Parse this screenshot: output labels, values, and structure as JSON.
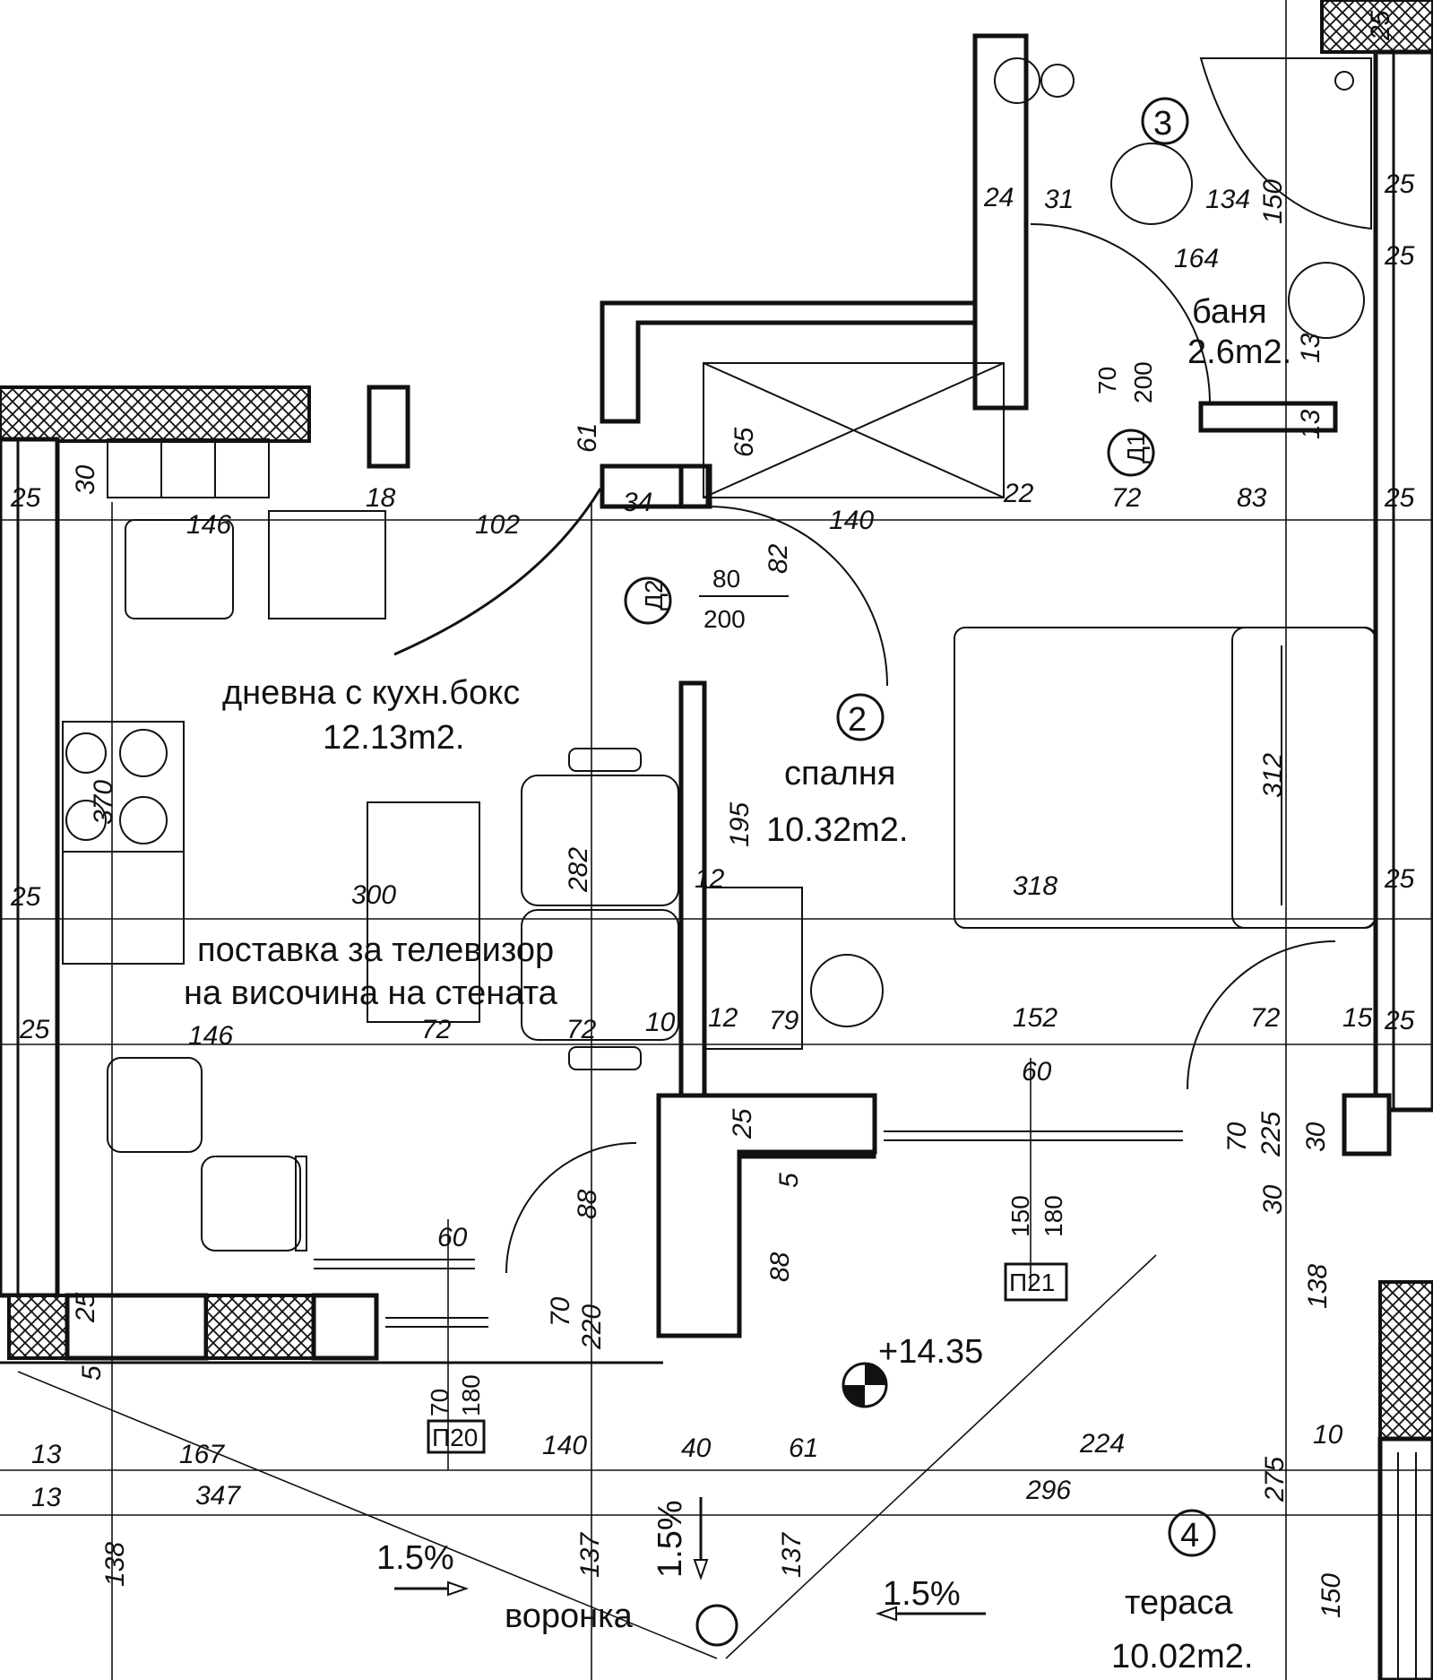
{
  "rooms": {
    "living": {
      "name": "дневна с кухн.бокс",
      "area": "12.13m2."
    },
    "bedroom": {
      "number": "2",
      "name": "спалня",
      "area": "10.32m2."
    },
    "bath": {
      "number": "3",
      "name": "баня",
      "area": "2.6m2."
    },
    "terrace": {
      "number": "4",
      "name": "тераса",
      "area": "10.02m2."
    }
  },
  "notes": {
    "tv_line1": "поставка за телевизор",
    "tv_line2": "на височина на стената",
    "drain": "воронка",
    "level": "+14.35",
    "slope": "1.5%"
  },
  "doors": {
    "d1": {
      "tag": "Д1",
      "width": "70",
      "height": "200"
    },
    "d2": {
      "tag": "Д2",
      "width": "80",
      "height": "200"
    },
    "p20": {
      "tag": "П20",
      "width": "70",
      "height": "180"
    },
    "p21": {
      "tag": "П21",
      "width": "150",
      "height": "180"
    }
  },
  "dimensions": {
    "top": [
      "25",
      "134",
      "150",
      "164",
      "24",
      "31",
      "25",
      "25",
      "13",
      "13",
      "70",
      "200"
    ],
    "row1": [
      "25",
      "30",
      "146",
      "18",
      "102",
      "61",
      "34",
      "65",
      "140",
      "22",
      "72",
      "83",
      "25"
    ],
    "mid": [
      "82",
      "80",
      "200",
      "370",
      "300",
      "282",
      "195",
      "12",
      "312",
      "318",
      "25",
      "25"
    ],
    "row2": [
      "25",
      "146",
      "72",
      "72",
      "10",
      "12",
      "79",
      "152",
      "72",
      "15",
      "25"
    ],
    "lower": [
      "60",
      "25",
      "5",
      "88",
      "88",
      "60",
      "70",
      "225",
      "30",
      "30",
      "150",
      "180",
      "70",
      "220",
      "138"
    ],
    "bottom": [
      "25",
      "5",
      "70",
      "180",
      "13",
      "167",
      "140",
      "40",
      "61",
      "224",
      "10",
      "13",
      "347",
      "296",
      "275",
      "138",
      "137",
      "137",
      "150"
    ]
  }
}
